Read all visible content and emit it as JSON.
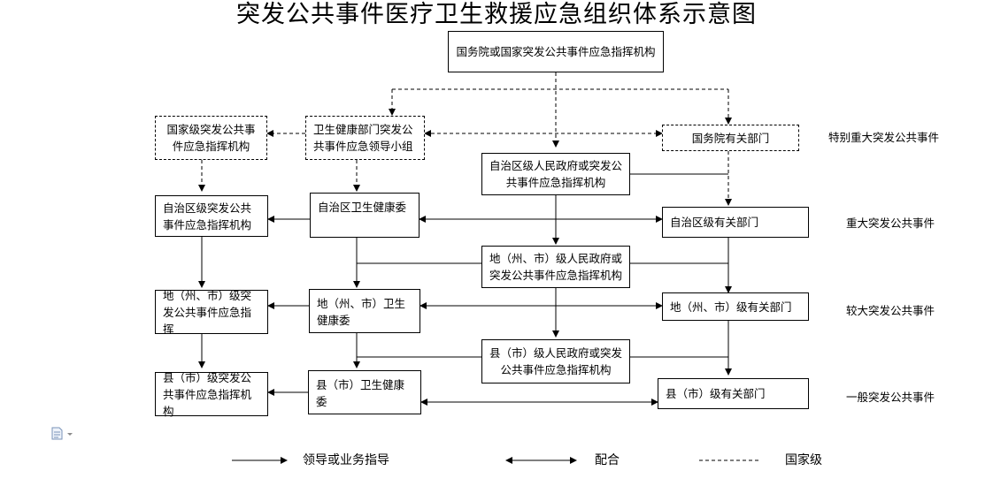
{
  "title": "突发公共事件医疗卫生救援应急组织体系示意图",
  "boxes": {
    "state_council": "国务院或国家突发公共事件应急指挥机构",
    "national_cmd": "国家级突发公共事件应急指挥机构",
    "health_leading": "卫生健康部门突发公共事件应急领导小组",
    "state_dept": "国务院有关部门",
    "region_gov": "自治区级人民政府或突发公共事件应急指挥机构",
    "region_cmd": "自治区级突发公共事件应急指挥机构",
    "region_health": "自治区卫生健康委",
    "region_dept": "自治区级有关部门",
    "pref_gov": "地（州、市）级人民政府或突发公共事件应急指挥机构",
    "pref_cmd": "地（州、市）级突发公共事件应急指挥",
    "pref_health": "地（州、市）卫生健康委",
    "pref_dept": "地（州、市）级有关部门",
    "county_gov": "县（市）级人民政府或突发公共事件应急指挥机构",
    "county_cmd": "县（市）级突发公共事件应急指挥机构",
    "county_health": "县（市）卫生健康委",
    "county_dept": "县（市）级有关部门"
  },
  "levels": {
    "special": "特别重大突发公共事件",
    "major": "重大突发公共事件",
    "large": "较大突发公共事件",
    "general": "一般突发公共事件"
  },
  "legend": {
    "guidance": "领导或业务指导",
    "cooperation": "配合",
    "national": "国家级"
  },
  "icons": {
    "doc_icon": "document-icon"
  }
}
